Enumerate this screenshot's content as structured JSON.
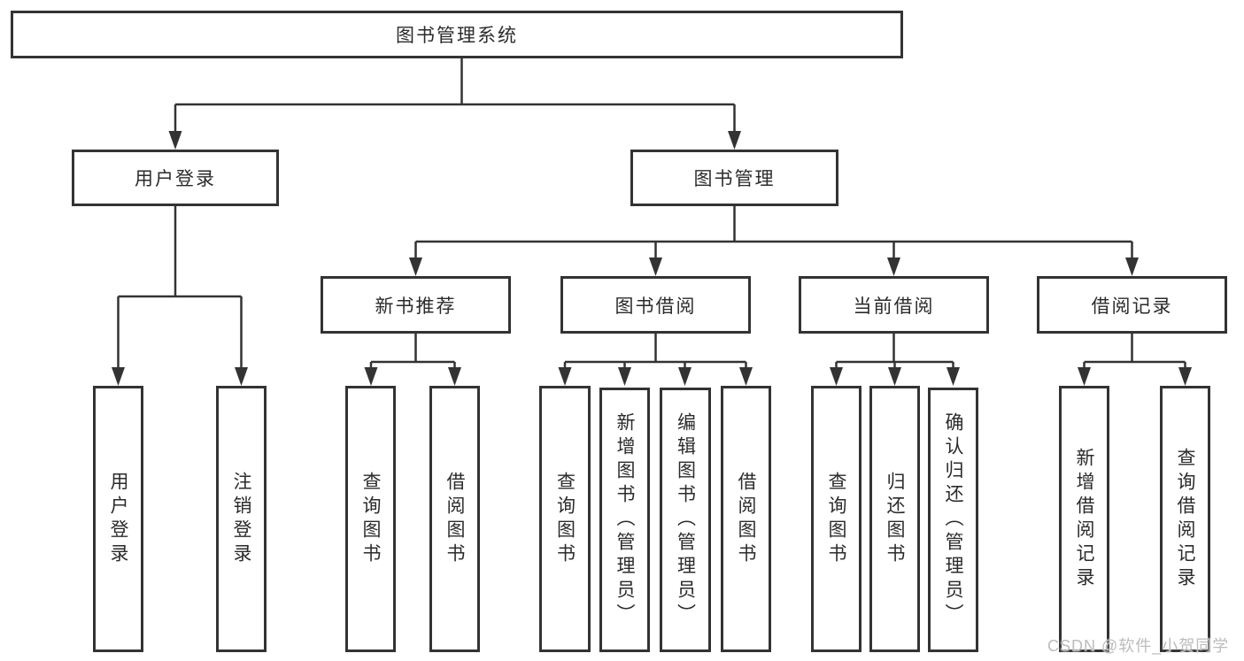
{
  "diagram": {
    "root_label": "图书管理系统",
    "branches": [
      {
        "label": "用户登录",
        "children": [
          "用户登录",
          "注销登录"
        ]
      },
      {
        "label": "图书管理",
        "sections": [
          {
            "label": "新书推荐",
            "children": [
              "查询图书",
              "借阅图书"
            ]
          },
          {
            "label": "图书借阅",
            "children": [
              "查询图书",
              "新增图书（管理员）",
              "编辑图书（管理员）",
              "借阅图书"
            ]
          },
          {
            "label": "当前借阅",
            "children": [
              "查询图书",
              "归还图书",
              "确认归还（管理员）"
            ]
          },
          {
            "label": "借阅记录",
            "children": [
              "新增借阅记录",
              "查询借阅记录"
            ]
          }
        ]
      }
    ]
  },
  "watermark": "CSDN @软件_小贺同学",
  "colors": {
    "line": "#333333",
    "box_border": "#333333",
    "text": "#2b2b2b",
    "watermark": "#bcbcbc",
    "background": "#ffffff"
  }
}
